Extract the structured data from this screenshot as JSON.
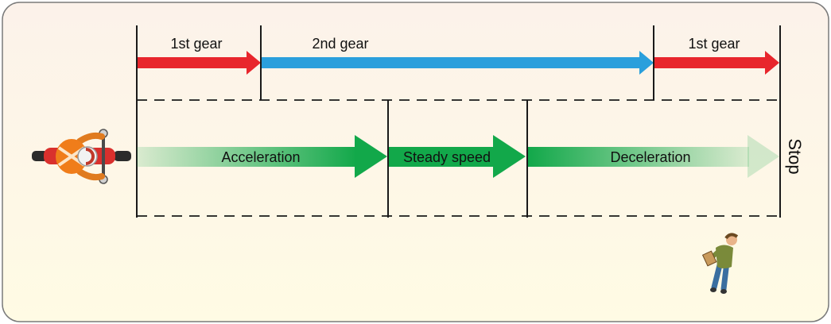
{
  "gear_labels": {
    "first_start": "1st gear",
    "second": "2nd gear",
    "first_end": "1st gear"
  },
  "phase_labels": {
    "acceleration": "Acceleration",
    "steady": "Steady speed",
    "deceleration": "Deceleration"
  },
  "stop_label": "Stop",
  "colors": {
    "first_gear_arrow": "#e8262c",
    "second_gear_arrow": "#2a9fdc",
    "phase_arrow": "#12a84a",
    "background_top": "#fcf2ea",
    "background_bottom": "#fffbe4",
    "frame_border": "#7a7a7a"
  },
  "icons": [
    "motorcycle-rider-icon",
    "observer-with-clipboard-icon"
  ]
}
